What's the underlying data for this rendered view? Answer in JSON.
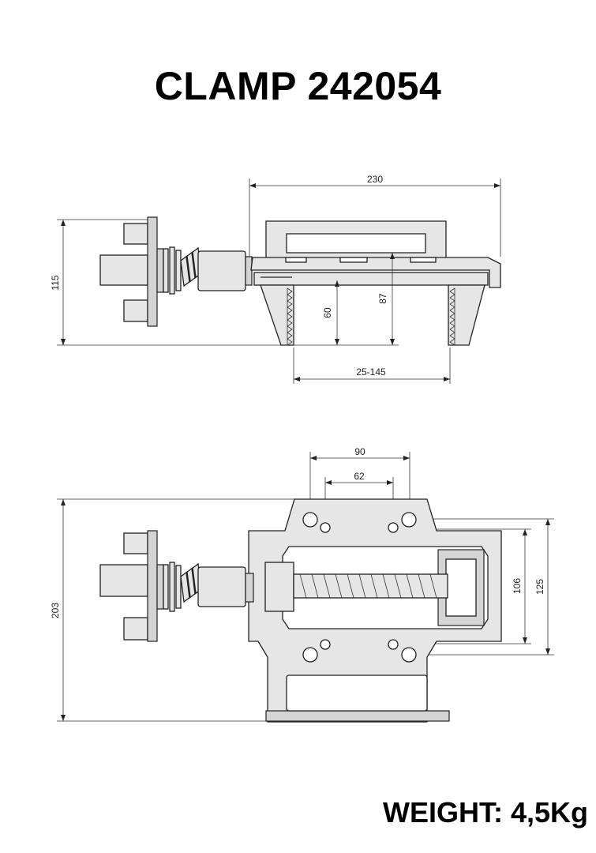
{
  "title": "CLAMP 242054",
  "weight": "WEIGHT: 4,5Kg",
  "dimensions": {
    "side_view": {
      "width_230": "230",
      "height_115": "115",
      "height_60": "60",
      "height_87": "87",
      "range_25_145": "25-145"
    },
    "top_view": {
      "hole_spacing_90": "90",
      "hole_spacing_62": "62",
      "hole_spacing_106": "106",
      "hole_spacing_125": "125",
      "length_203": "203"
    }
  }
}
